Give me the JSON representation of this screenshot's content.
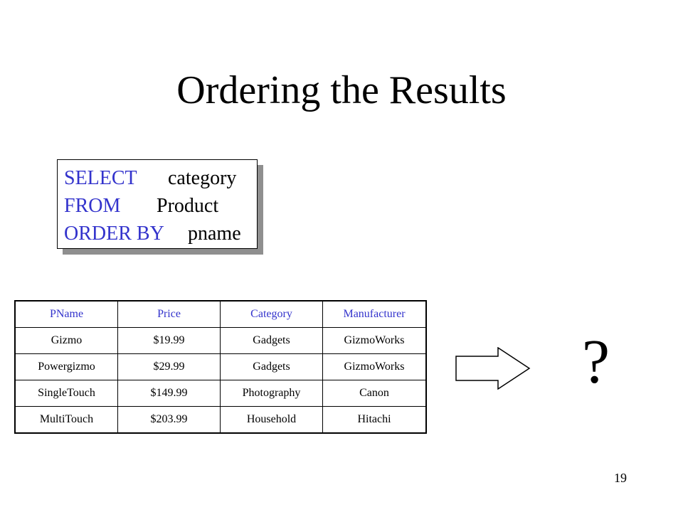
{
  "slide": {
    "title": "Ordering the Results",
    "number": "19"
  },
  "query": {
    "select_kw": "SELECT",
    "select_val": "category",
    "from_kw": "FROM",
    "from_val": "Product",
    "order_kw": "ORDER BY",
    "order_val": "pname"
  },
  "table": {
    "headers": [
      "PName",
      "Price",
      "Category",
      "Manufacturer"
    ],
    "rows": [
      [
        "Gizmo",
        "$19.99",
        "Gadgets",
        "GizmoWorks"
      ],
      [
        "Powergizmo",
        "$29.99",
        "Gadgets",
        "GizmoWorks"
      ],
      [
        "SingleTouch",
        "$149.99",
        "Photography",
        "Canon"
      ],
      [
        "MultiTouch",
        "$203.99",
        "Household",
        "Hitachi"
      ]
    ]
  },
  "result": {
    "symbol": "?"
  },
  "colors": {
    "keyword": "#3333cc",
    "shadow": "#8f8f8f"
  }
}
